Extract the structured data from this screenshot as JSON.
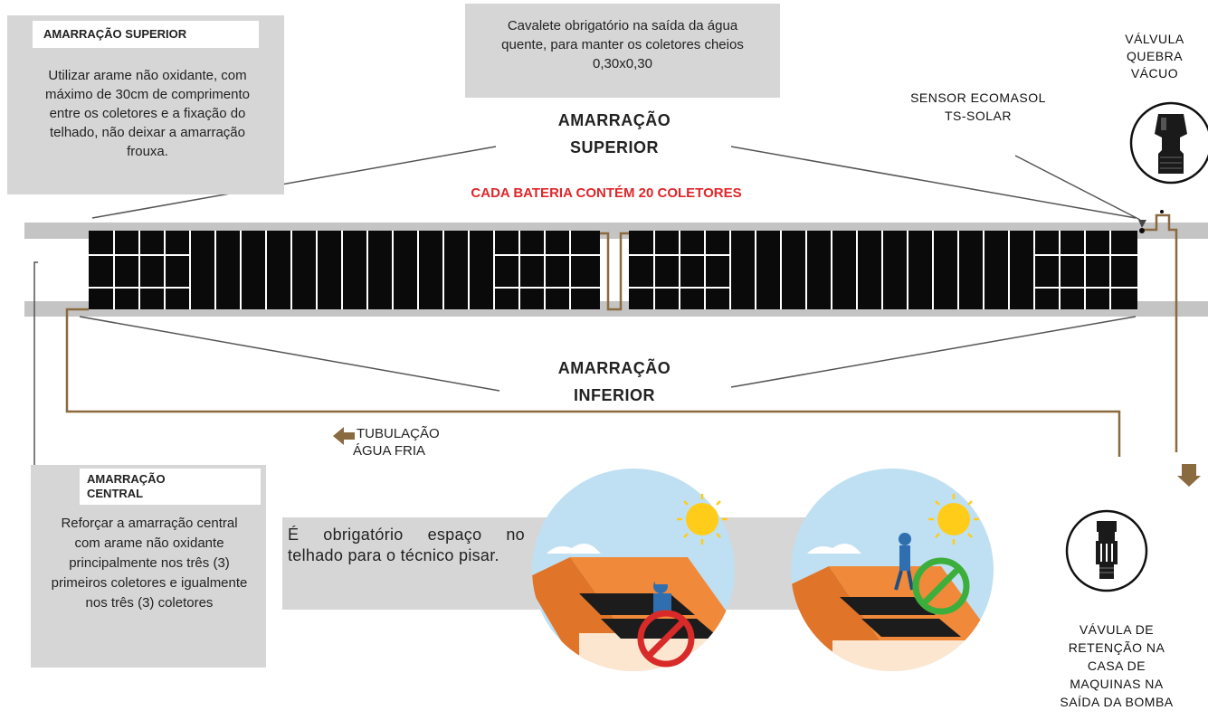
{
  "top_left_note": {
    "title": "AMARRAÇÃO SUPERIOR",
    "body": "Utilizar arame não oxidante, com máximo de 30cm de comprimento entre os coletores e a fixação do telhado, não deixar a amarração frouxa."
  },
  "top_center_note": {
    "body": "Cavalete obrigatório na saída da água quente,  para manter os coletores cheios 0,30x0,30"
  },
  "amarracao_superior": {
    "line1": "AMARRAÇÃO",
    "line2": "SUPERIOR"
  },
  "amarracao_inferior": {
    "line1": "AMARRAÇÃO",
    "line2": "INFERIOR"
  },
  "battery_label": "CADA  BATERIA CONTÉM 20 COLETORES",
  "sensor_label": {
    "line1": "SENSOR  ECOMASOL",
    "line2": "TS-SOLAR"
  },
  "valve_top_label": {
    "line1": "VÁLVULA",
    "line2": "QUEBRA",
    "line3": "VÁCUO"
  },
  "cold_pipe_label": {
    "line1": "TUBULAÇÃO",
    "line2": "ÁGUA FRIA"
  },
  "central_note": {
    "title_line1": "AMARRAÇÃO",
    "title_line2": "CENTRAL",
    "body": "Reforçar a amarração central com  arame não oxidante principalmente nos três (3) primeiros coletores e  igualmente nos três (3) coletores"
  },
  "roof_space_note": "É obrigatório espaço no telhado para o técnico pisar.",
  "check_valve_label": {
    "line1": "VÁVULA DE",
    "line2": "RETENÇÃO  NA",
    "line3": "CASA DE",
    "line4": "MAQUINAS  NA",
    "line5": "SAÍDA DA BOMBA"
  },
  "colors": {
    "rail": "#c4c4c4",
    "collector": "#0a0a0a",
    "pipe": "#8a6a3f",
    "red_text": "#e0262a",
    "note_gray": "#d6d6d6",
    "sky": "#bfe0f2",
    "roof": "#f08a3a",
    "sun": "#ffcc1a",
    "prohibit": "#d92a2a",
    "allowed": "#3cae3c"
  }
}
